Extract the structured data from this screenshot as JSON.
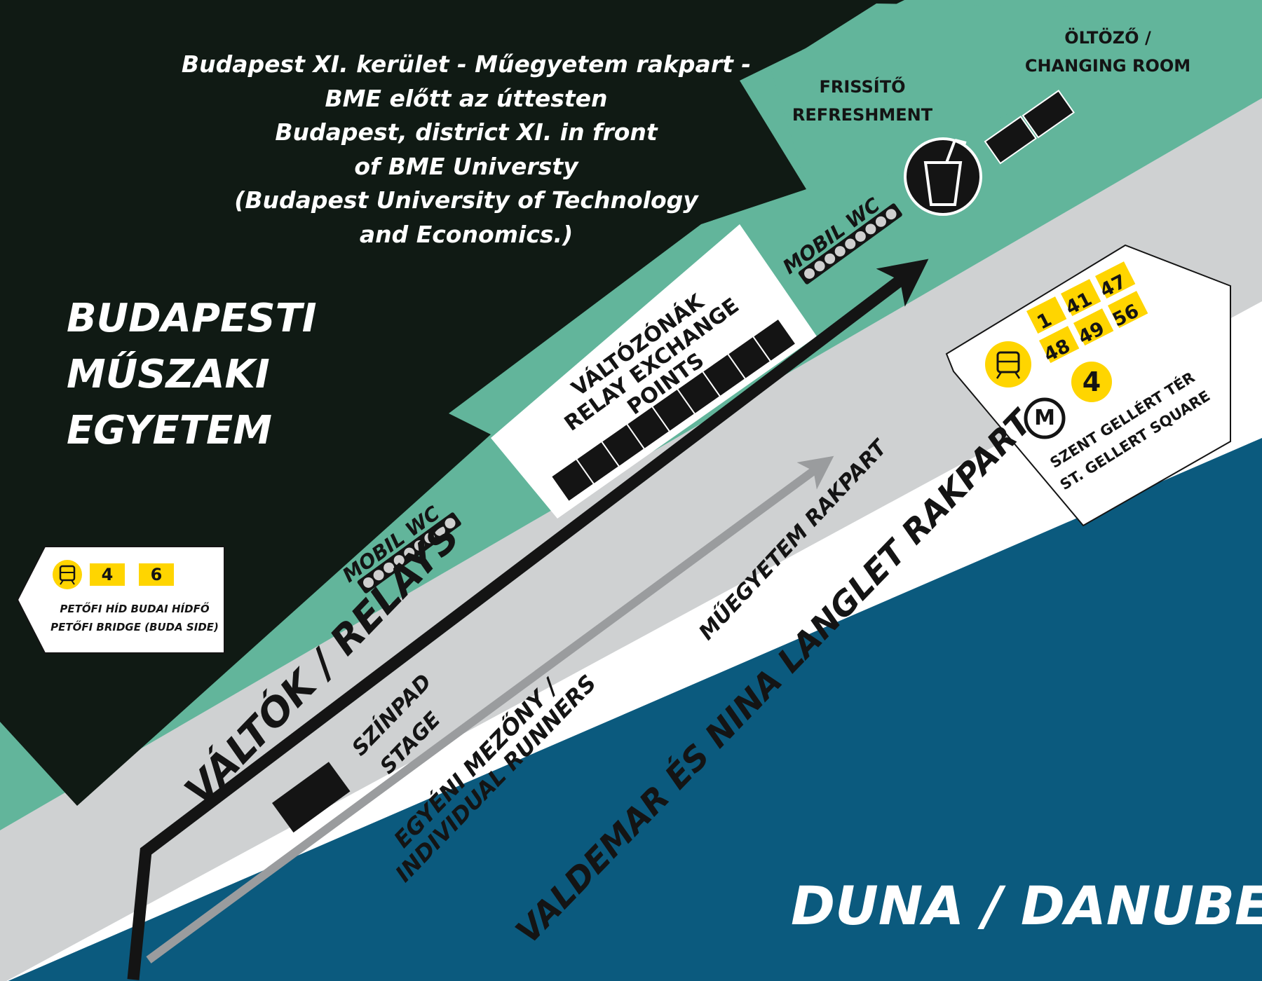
{
  "campus": {
    "lines": [
      "BUDAPESTI",
      "MŰSZAKI",
      "EGYETEM"
    ]
  },
  "address": {
    "lines": [
      "Budapest XI. kerület - Műegyetem rakpart -",
      "BME előtt az úttesten",
      "Budapest, district XI. in front",
      "of BME Universty",
      "(Budapest University of Technology",
      "and Economics.)"
    ]
  },
  "river": "DUNA / DANUBE",
  "streets": {
    "embankment_road": "VALDEMAR ÉS NINA LANGLET RAKPART",
    "upper_road": "MŰEGYETEM RAKPART"
  },
  "zones": {
    "relays": "VÁLTÓK / RELAYS",
    "individual_hu": "EGYÉNI MEZŐNY /",
    "individual_en": "INDIVIDUAL RUNNERS",
    "exchange_hu": "VÁLTÓZÓNÁK",
    "exchange_en1": "RELAY EXCHANGE",
    "exchange_en2": "POINTS"
  },
  "facilities": {
    "stage_hu": "SZÍNPAD",
    "stage_en": "STAGE",
    "wc_lower": "MOBIL WC",
    "wc_upper": "MOBIL WC",
    "refreshment_hu": "FRISSÍTŐ",
    "refreshment_en": "REFRESHMENT",
    "changing_hu": "ÖLTÖZŐ /",
    "changing_en": "CHANGING ROOM"
  },
  "transit_west": {
    "tram_lines": [
      "4",
      "6"
    ],
    "stop_hu": "PETŐFI HÍD BUDAI HÍDFŐ",
    "stop_en": "PETŐFI BRIDGE (BUDA SIDE)"
  },
  "transit_east": {
    "lines_row1": [
      "1",
      "41",
      "47"
    ],
    "lines_row2": [
      "48",
      "49",
      "56"
    ],
    "metro_line": "4",
    "metro_letter": "M",
    "stop_hu": "SZENT GELLÉRT TÉR",
    "stop_en": "ST. GELLERT SQUARE"
  },
  "colors": {
    "river": "#0b5a7e",
    "campus": "#101a14",
    "green_zone": "#62b59b",
    "road": "#cfd1d2",
    "embankment": "#ffffff",
    "transit_yellow": "#ffd500",
    "ink": "#141414"
  }
}
